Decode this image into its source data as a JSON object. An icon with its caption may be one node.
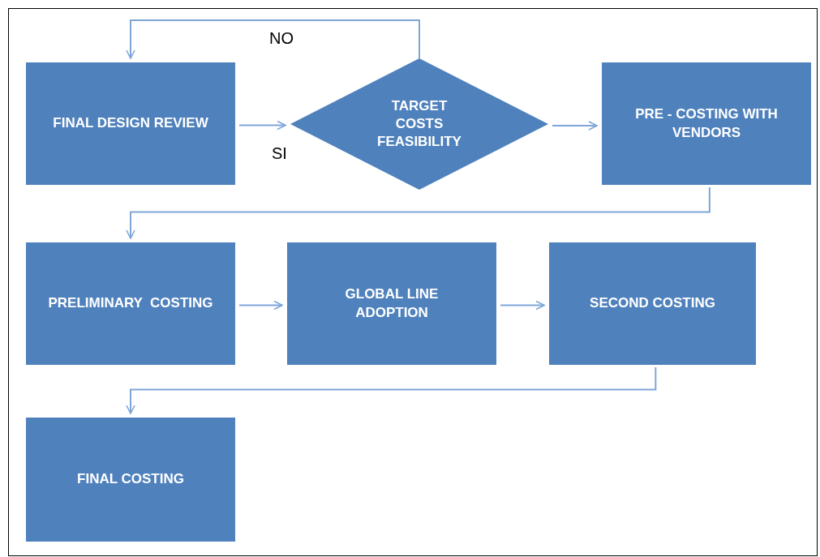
{
  "diagram": {
    "nodes": [
      {
        "text": [
          "FINAL DESIGN REVIEW"
        ]
      },
      {
        "text": [
          "TARGET COSTS FEASIBILITY"
        ]
      },
      {
        "text": [
          "PRE - COSTING WITH VENDORS"
        ]
      },
      {
        "text": [
          "PRELIMINARY  COSTING"
        ]
      },
      {
        "text": [
          "GLOBAL LINE ADOPTION"
        ]
      },
      {
        "text": [
          "SECOND COSTING"
        ]
      },
      {
        "text": [
          "FINAL COSTING"
        ]
      }
    ],
    "edges": [
      {
        "from": 0,
        "to": 1,
        "arrow": "to",
        "label": "SI"
      },
      {
        "from": 1,
        "to": 0,
        "arrow": "to",
        "label": "NO"
      },
      {
        "from": 1,
        "to": 2,
        "arrow": "to"
      },
      {
        "from": 2,
        "to": 3,
        "arrow": "to"
      },
      {
        "from": 3,
        "to": 4,
        "arrow": "to"
      },
      {
        "from": 4,
        "to": 5,
        "arrow": "to"
      },
      {
        "from": 5,
        "to": 6,
        "arrow": "to"
      }
    ]
  }
}
